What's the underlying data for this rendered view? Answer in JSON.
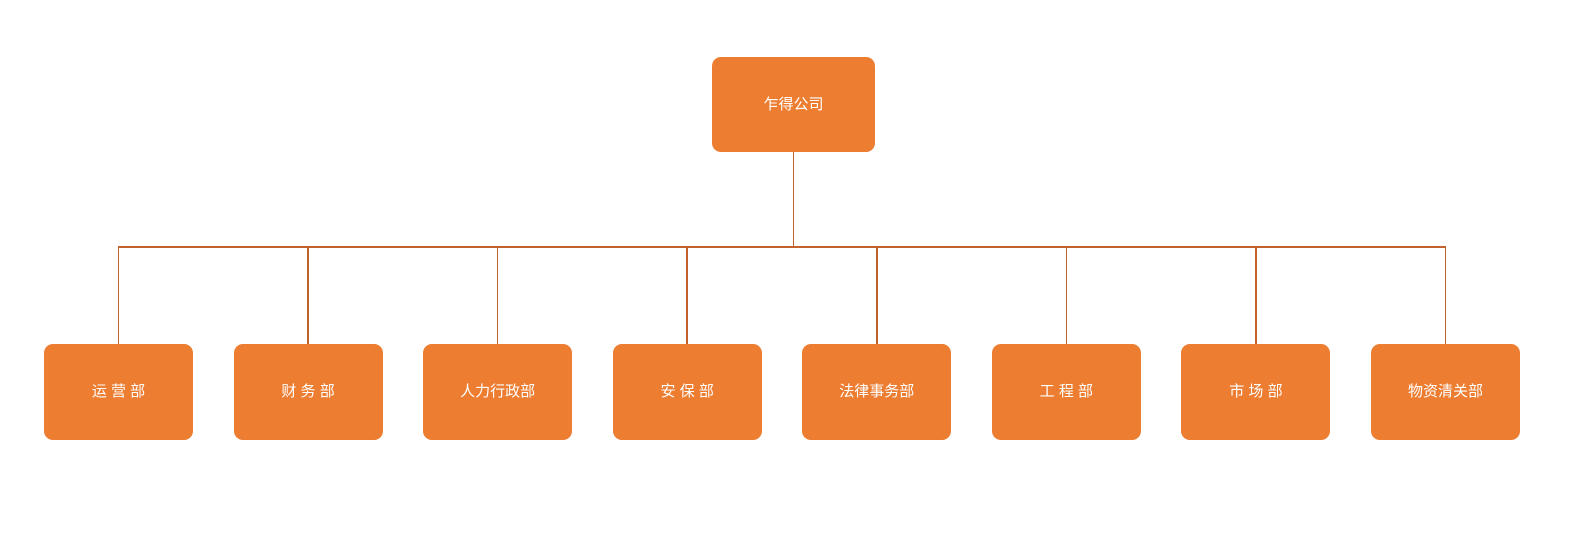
{
  "page": {
    "background": "#FFFFFF"
  },
  "colors": {
    "node_fill": "#ED7D31",
    "node_text": "#FFFFFF",
    "connector": "#C0622C"
  },
  "chart": {
    "type": "org-chart",
    "root": {
      "label": "乍得公司"
    },
    "children": [
      {
        "label": "运 营 部"
      },
      {
        "label": "财 务 部"
      },
      {
        "label": "人力行政部"
      },
      {
        "label": "安 保 部"
      },
      {
        "label": "法律事务部"
      },
      {
        "label": "工 程 部"
      },
      {
        "label": "市 场 部"
      },
      {
        "label": "物资清关部"
      }
    ]
  }
}
